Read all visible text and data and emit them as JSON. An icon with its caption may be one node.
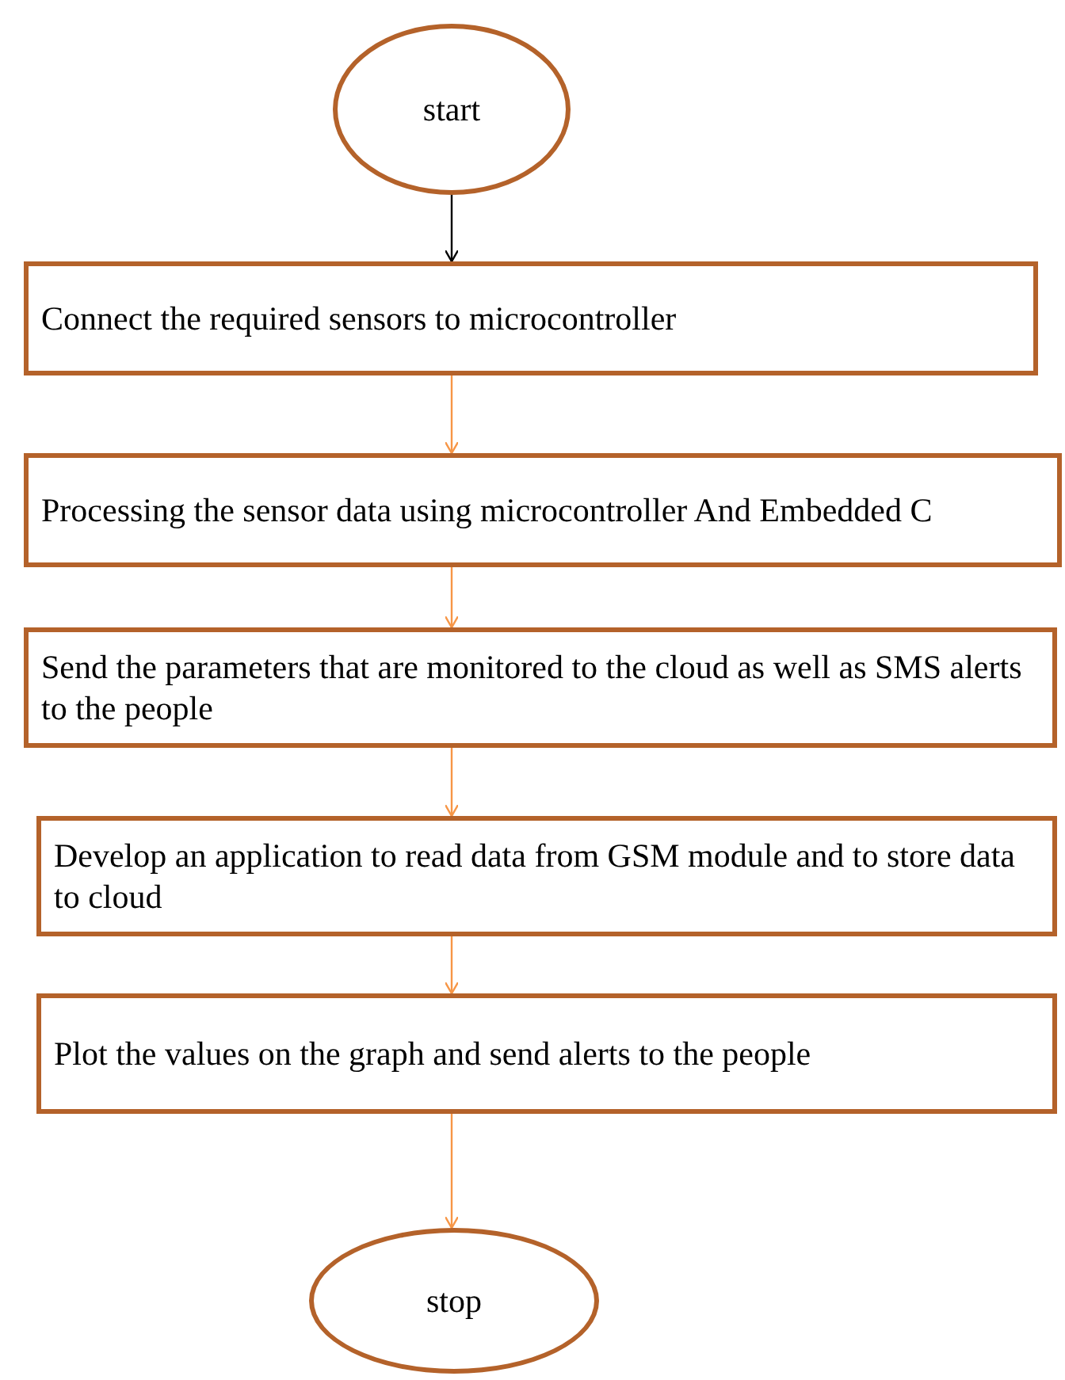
{
  "diagram": {
    "nodes": [
      {
        "text": [
          "start"
        ]
      },
      {
        "text": [
          "Connect the required sensors to microcontroller"
        ]
      },
      {
        "text": [
          "Processing the sensor data using microcontroller And Embedded C"
        ]
      },
      {
        "text": [
          "Send the parameters that are monitored to the cloud as well as SMS alerts to the people"
        ]
      },
      {
        "text": [
          "Develop an application to read data from GSM module and to store data to cloud"
        ]
      },
      {
        "text": [
          "Plot the values on the graph and send alerts to the people"
        ]
      },
      {
        "text": [
          "stop"
        ]
      }
    ],
    "edges": [
      {
        "from": 0,
        "to": 1,
        "arrow": "to",
        "color": "#000000"
      },
      {
        "from": 1,
        "to": 2,
        "arrow": "to"
      },
      {
        "from": 2,
        "to": 3,
        "arrow": "to"
      },
      {
        "from": 3,
        "to": 4,
        "arrow": "to"
      },
      {
        "from": 4,
        "to": 5,
        "arrow": "to"
      },
      {
        "from": 5,
        "to": 6,
        "arrow": "to"
      }
    ]
  }
}
